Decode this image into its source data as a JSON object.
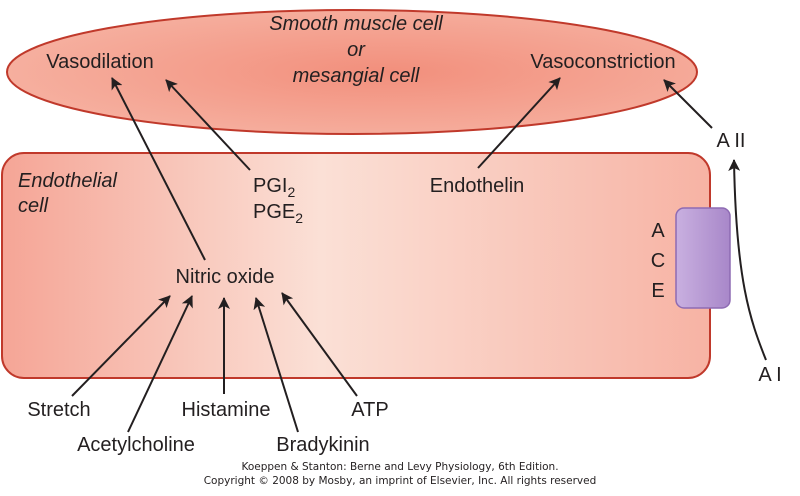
{
  "smooth_muscle": {
    "line1": "Smooth muscle cell",
    "line2": "or",
    "line3": "mesangial cell"
  },
  "labels": {
    "vasodilation": "Vasodilation",
    "vasoconstriction": "Vasoconstriction",
    "endothelial_1": "Endothelial",
    "endothelial_2": "cell",
    "pgi_base": "PGI",
    "pgi_sub": "2",
    "pge_base": "PGE",
    "pge_sub": "2",
    "endothelin": "Endothelin",
    "nitric_oxide": "Nitric oxide",
    "ace_a": "A",
    "ace_c": "C",
    "ace_e": "E",
    "a_ii": "A II",
    "a_i": "A I",
    "stretch": "Stretch",
    "acetylcholine": "Acetylcholine",
    "histamine": "Histamine",
    "bradykinin": "Bradykinin",
    "atp": "ATP"
  },
  "credit": {
    "line1": "Koeppen & Stanton: Berne and Levy Physiology, 6th Edition.",
    "line2": "Copyright © 2008 by Mosby, an imprint of Elsevier, Inc. All rights reserved"
  },
  "colors": {
    "cell_fill": "#ef8a78",
    "cell_edge": "#c0392b",
    "ace_fill": "#b79ad3",
    "arrow": "#231f20"
  }
}
